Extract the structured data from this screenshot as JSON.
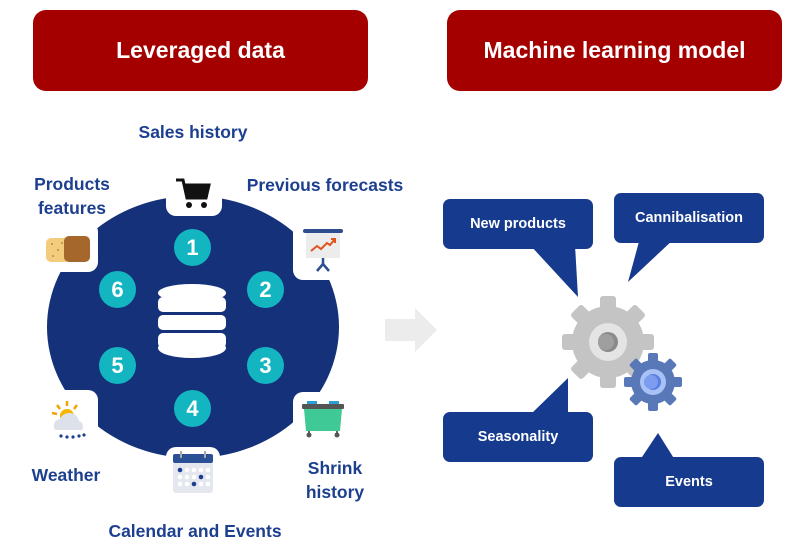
{
  "headers": {
    "left": "Leveraged data",
    "right": "Machine learning model"
  },
  "data_sources": [
    {
      "number": "1",
      "label": "Sales history",
      "icon": "shopping-cart-icon"
    },
    {
      "number": "2",
      "label": "Previous forecasts",
      "icon": "presentation-chart-icon"
    },
    {
      "number": "3",
      "label_lines": [
        "Shrink",
        "history"
      ],
      "icon": "waste-bin-icon"
    },
    {
      "number": "4",
      "label": "Calendar and Events",
      "icon": "calendar-icon"
    },
    {
      "number": "5",
      "label": "Weather",
      "icon": "weather-icon"
    },
    {
      "number": "6",
      "label_lines": [
        "Products",
        "features"
      ],
      "icon": "bread-icon"
    }
  ],
  "center_icon": "database-icon",
  "arrow_icon": "arrow-right-icon",
  "model_factors": {
    "new_products": "New products",
    "cannibalisation": "Cannibalisation",
    "seasonality": "Seasonality",
    "events": "Events"
  },
  "model_icon": "gears-icon",
  "colors": {
    "header_red": "#a50000",
    "navy": "#14317a",
    "label_blue": "#1d3f8f",
    "teal": "#13b6c0",
    "bubble_blue": "#163a8e"
  }
}
